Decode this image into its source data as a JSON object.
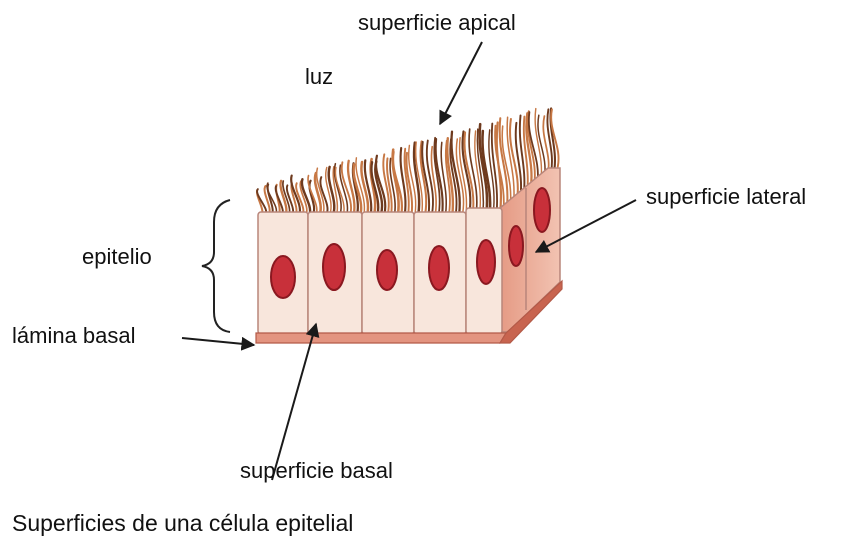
{
  "labels": {
    "superficie_apical": "superficie apical",
    "luz": "luz",
    "superficie_lateral": "superficie lateral",
    "epitelio": "epitelio",
    "lamina_basal": "lámina basal",
    "superficie_basal": "superficie basal"
  },
  "caption": "Superficies de una célula epitelial",
  "colors": {
    "cytoplasm": "#f8e6dc",
    "cell_outline": "#b8857a",
    "nucleus": "#c8303a",
    "nucleus_dark": "#8a1820",
    "microvilli": "#c77845",
    "microvilli_dark": "#6e3a1e",
    "basal_lamina": "#e39480",
    "side_face": "#e9a48e",
    "arrow": "#1a1a1a"
  }
}
